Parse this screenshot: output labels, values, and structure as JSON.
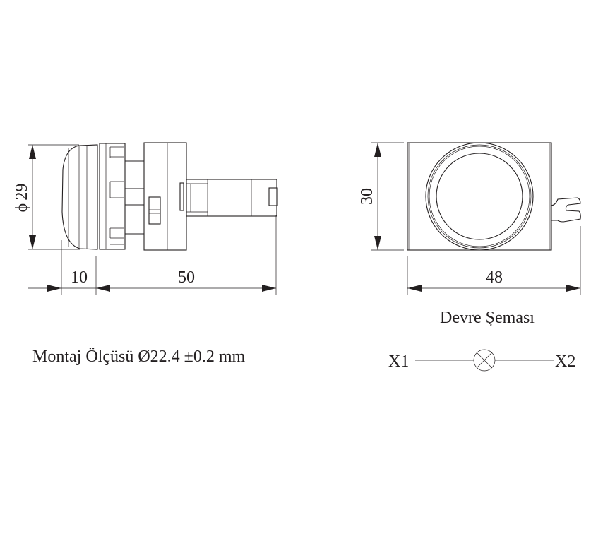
{
  "side_view": {
    "diameter_symbol": "ϕ",
    "diameter_value": "29",
    "dim_front": "10",
    "dim_length": "50"
  },
  "front_view": {
    "dim_height": "30",
    "dim_width": "48"
  },
  "circuit": {
    "title": "Devre Şeması",
    "terminal_left": "X1",
    "terminal_right": "X2"
  },
  "mounting_note": "Montaj Ölçüsü Ø22.4 ±0.2 mm",
  "colors": {
    "line": "#231f20",
    "background": "#ffffff"
  }
}
